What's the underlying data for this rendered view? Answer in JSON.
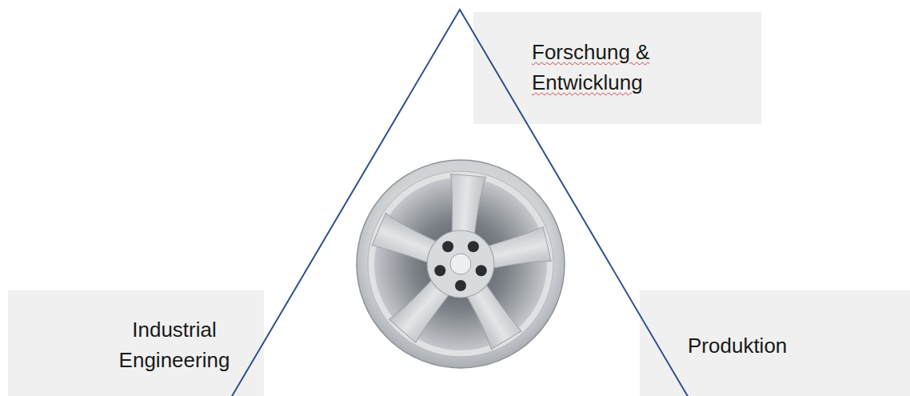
{
  "diagram": {
    "nodes": [
      {
        "text": [
          "Forschung & Entwicklung"
        ]
      },
      {
        "text": [
          "Industrial Engineering"
        ]
      },
      {
        "text": [
          "Produktion"
        ]
      }
    ]
  }
}
